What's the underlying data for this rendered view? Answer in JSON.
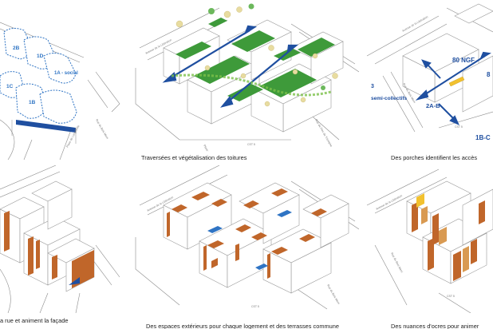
{
  "captions": {
    "top_middle": "Traversées et végétalisation des toitures",
    "top_right": "Des porches identifient les accès",
    "bottom_left": "a rue et animent la façade",
    "bottom_middle": "Des espaces extérieurs pour chaque logement et des terrasses commune",
    "bottom_right": "Des nuances d'ocres pour animer"
  },
  "labels": {
    "p1_2b": "2B",
    "p1_1d": "1D",
    "p1_1c": "1C",
    "p1_1b": "1B",
    "p1_1a_social": "1A - social",
    "p3_80ngf": "80 NGF",
    "p3_8": "8",
    "p3_3": "3",
    "p3_semi": "semi-collectifs",
    "p3_2ab": "2A-B",
    "p3_1bc": "1B-C"
  },
  "street_labels": {
    "p1_rue_arc": "Rue du Bois Merri",
    "p1_place": "Place de Longlaville",
    "p2_place": "Place de Longlaville",
    "p2_cst": "CST 5",
    "p2_avenue": "Avenue de la Libération",
    "p2_rue_arc": "Rue de l'Arc de Triomphe",
    "p3_avenue": "Avenue de la Libération",
    "p3_rue": "Rue du Bois Merri",
    "p3_cst": "CST 5",
    "p4_avenue": "Avenue",
    "p5_avenue": "Avenue de la Libération",
    "p5_rue": "Rue du Bois Merri",
    "p5_cst": "CST 5",
    "p6_avenue": "Avenue de la Libération",
    "p6_rue": "Rue du Bois Merri",
    "p6_cst": "CST 5"
  },
  "colors": {
    "line": "#8a8a8a",
    "blue": "#1f4fa0",
    "dashed_blue": "#2f74c4",
    "green": "#3e9a3a",
    "ochre": "#c0662a",
    "ochre_light": "#d99a52",
    "yellow": "#f2c12e",
    "tree": "#e8dca0"
  }
}
